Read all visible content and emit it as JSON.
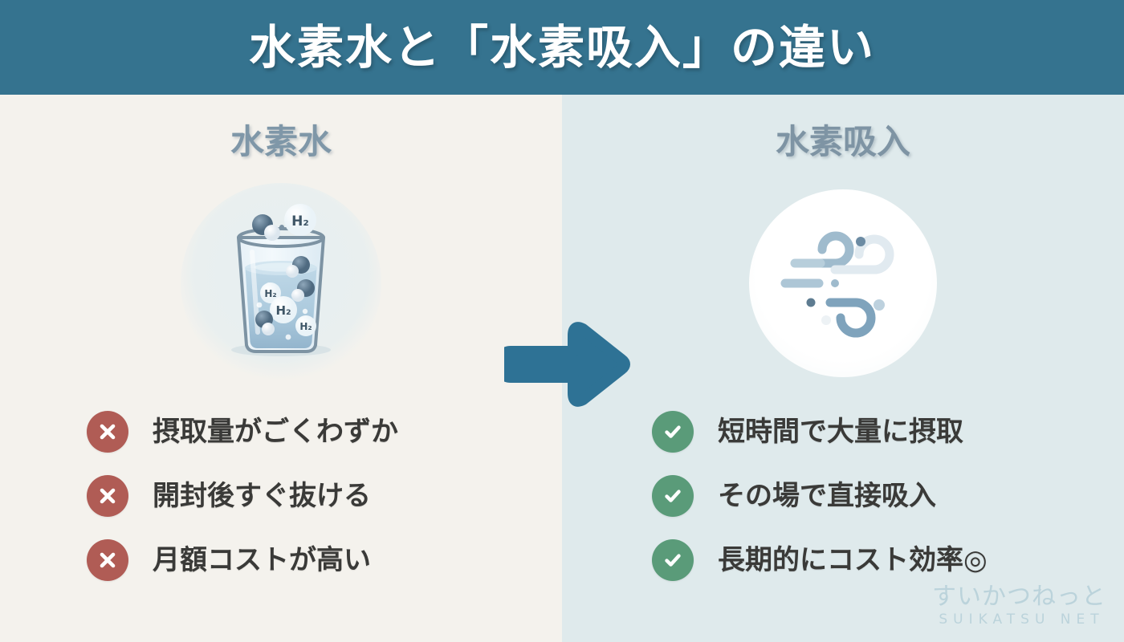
{
  "header": {
    "title": "水素水と「水素吸入」の違い",
    "background_color": "#35738F",
    "text_color": "#FFFFFF"
  },
  "left_panel": {
    "heading": "水素水",
    "background_color": "#F4F2ED",
    "heading_color": "#7F97A8",
    "illustration_name": "glass-of-hydrogen-water",
    "illustration_labels": [
      "H₂",
      "H₂",
      "H₂",
      "H₂"
    ],
    "bullets": [
      {
        "icon": "cross-icon",
        "icon_color": "#B05C55",
        "text": "摂取量がごくわずか"
      },
      {
        "icon": "cross-icon",
        "icon_color": "#B05C55",
        "text": "開封後すぐ抜ける"
      },
      {
        "icon": "cross-icon",
        "icon_color": "#B05C55",
        "text": "月額コストが高い"
      }
    ]
  },
  "right_panel": {
    "heading": "水素吸入",
    "background_color": "#DFEAEC",
    "heading_color": "#7E94A4",
    "illustration_name": "wind-inhalation-icon",
    "bullets": [
      {
        "icon": "check-icon",
        "icon_color": "#5A9B79",
        "text": "短時間で大量に摂取"
      },
      {
        "icon": "check-icon",
        "icon_color": "#5A9B79",
        "text": "その場で直接吸入"
      },
      {
        "icon": "check-icon",
        "icon_color": "#5A9B79",
        "text": "長期的にコスト効率◎"
      }
    ]
  },
  "center": {
    "icon": "arrow-right-icon",
    "color": "#2E7295"
  },
  "watermark": {
    "main": "すいかつねっと",
    "sub": "SUIKATSU NET",
    "color": "#BBD3DB"
  }
}
